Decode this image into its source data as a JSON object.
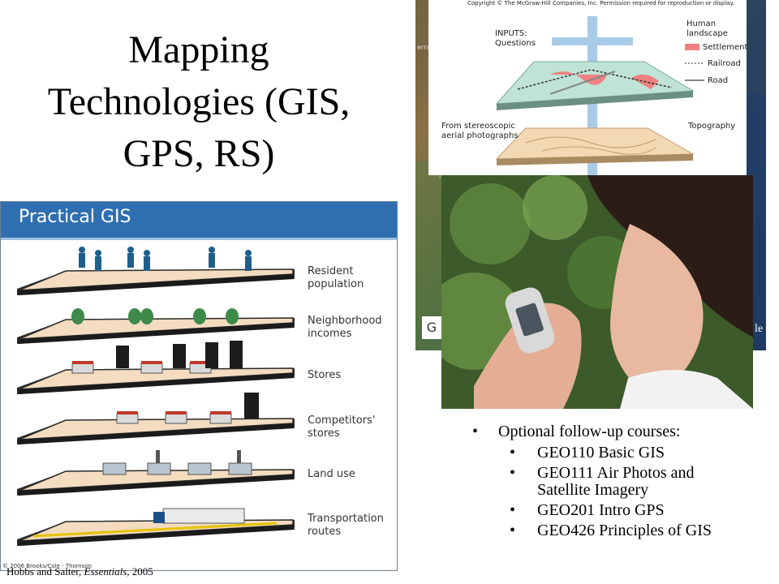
{
  "title": {
    "line1": "Mapping",
    "line2": "Technologies (GIS,",
    "line3": "GPS, RS)"
  },
  "gis_figure": {
    "header": "Practical GIS",
    "layers": [
      {
        "label_line1": "Resident",
        "label_line2": "population"
      },
      {
        "label_line1": "Neighborhood",
        "label_line2": "incomes"
      },
      {
        "label_line1": "Stores",
        "label_line2": ""
      },
      {
        "label_line1": "Competitors'",
        "label_line2": "stores"
      },
      {
        "label_line1": "Land use",
        "label_line2": ""
      },
      {
        "label_line1": "Transportation",
        "label_line2": "routes"
      }
    ],
    "copyright": "© 2006 Brooks/Cole - Thomson"
  },
  "overlay_diagram": {
    "copyright": "Copyright © The McGraw-Hill Companies, Inc. Permission required for reproduction or display.",
    "inputs_line1": "INPUTS:",
    "inputs_line2": "Questions",
    "legend_title_line1": "Human",
    "legend_title_line2": "landscape",
    "legend_settlement": "Settlement",
    "legend_railroad": "Railroad",
    "legend_road": "Road",
    "photos_line1": "From stereoscopic",
    "photos_line2": "aerial photographs",
    "topography": "Topography"
  },
  "satellite": {
    "label_fragment": "G",
    "tiny_text": "erra",
    "right_text": "le"
  },
  "courses": {
    "heading": "Optional follow-up courses:",
    "items": [
      {
        "line1": "GEO110 Basic GIS",
        "line2": ""
      },
      {
        "line1": "GEO111 Air Photos and",
        "line2": "Satellite Imagery"
      },
      {
        "line1": "GEO201 Intro GPS",
        "line2": ""
      },
      {
        "line1": "GEO426 Principles of GIS",
        "line2": ""
      }
    ]
  },
  "citation": {
    "authors": "Hobbs and Salter, ",
    "work": "Essentials",
    "year": ", 2005"
  },
  "colors": {
    "gis_header": "#2f6fb0",
    "layer_fill": "#f3dcc0",
    "overlay_blue": "#a8cbe8",
    "settlement": "#f08080"
  }
}
